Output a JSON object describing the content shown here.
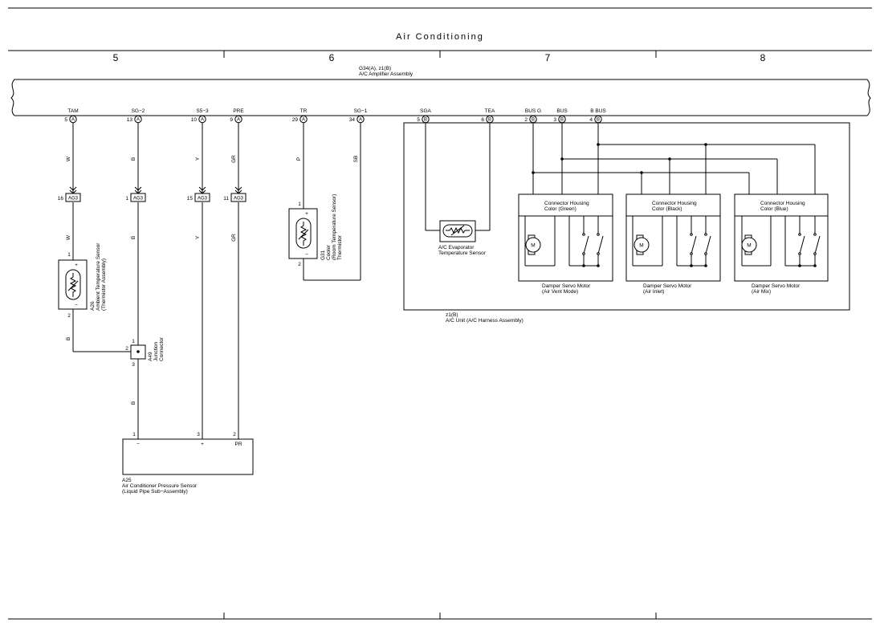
{
  "title": "Air Conditioning",
  "column_numbers": [
    "5",
    "6",
    "7",
    "8"
  ],
  "amplifier": {
    "ref": "G34(A), z1(B)",
    "name": "A/C Amplifier Assembly",
    "terminals": [
      {
        "label": "TAM",
        "pin": "5",
        "conn": "A"
      },
      {
        "label": "SG−2",
        "pin": "13",
        "conn": "A"
      },
      {
        "label": "S5−3",
        "pin": "10",
        "conn": "A"
      },
      {
        "label": "PRE",
        "pin": "9",
        "conn": "A"
      },
      {
        "label": "TR",
        "pin": "29",
        "conn": "A"
      },
      {
        "label": "SG−1",
        "pin": "34",
        "conn": "A"
      },
      {
        "label": "SGA",
        "pin": "5",
        "conn": "B"
      },
      {
        "label": "TEA",
        "pin": "6",
        "conn": "B"
      },
      {
        "label": "BUS G",
        "pin": "2",
        "conn": "B"
      },
      {
        "label": "BUS",
        "pin": "3",
        "conn": "B"
      },
      {
        "label": "B BUS",
        "pin": "4",
        "conn": "B"
      }
    ]
  },
  "wire_colors": {
    "w1_top": "W",
    "w1_bottom": "W",
    "w1_after": "B",
    "w2_top": "B",
    "w2_bottom": "B",
    "w2_after": "B",
    "w3_top": "Y",
    "w3_bottom": "Y",
    "w4_top": "GR",
    "w4_bottom": "GR",
    "w5": "P",
    "w6": "SB"
  },
  "ag3": {
    "name": "AG3",
    "pins": [
      "16",
      "1",
      "15",
      "11"
    ]
  },
  "ambient_sensor": {
    "pin_top": "1",
    "pin_bottom": "2",
    "plus": "+",
    "minus": "−",
    "ref": "A26",
    "line1": "Ambient Temperature Sensor",
    "line2": "(Thermistor Assembly)"
  },
  "junction": {
    "pin_top": "1",
    "pin_left": "2",
    "pin_bottom": "3",
    "ref": "A49",
    "line1": "Junction",
    "line2": "Connector"
  },
  "cooler": {
    "pin_top": "1",
    "pin_bottom": "2",
    "plus": "+",
    "minus": "−",
    "ref": "G31",
    "line1": "Cooler",
    "line2": "(Room Temperature Sensor)",
    "line3": "Thermistor"
  },
  "pressure_sensor": {
    "pins": [
      "1",
      "3",
      "2"
    ],
    "pin_labels": [
      "−",
      "+",
      "PR"
    ],
    "ref": "A25",
    "line1": "Air Conditioner Pressure Sensor",
    "line2": "(Liquid Pipe Sub−Assembly)"
  },
  "evaporator": {
    "line1": "A/C Evaporator",
    "line2": "Temperature Sensor"
  },
  "ac_unit": {
    "ref": "z1(B)",
    "name": "A/C Unit (A/C Harness Assembly)"
  },
  "motors": [
    {
      "housing1": "Connector Housing",
      "housing2": "Color (Green)",
      "name": "Damper Servo Motor",
      "mode": "(Air Vent Mode)",
      "symbol": "M"
    },
    {
      "housing1": "Connector Housing",
      "housing2": "Color (Black)",
      "name": "Damper Servo Motor",
      "mode": "(Air Inlet)",
      "symbol": "M"
    },
    {
      "housing1": "Connector Housing",
      "housing2": "Color (Blue)",
      "name": "Damper Servo Motor",
      "mode": "(Air Mix)",
      "symbol": "M"
    }
  ]
}
